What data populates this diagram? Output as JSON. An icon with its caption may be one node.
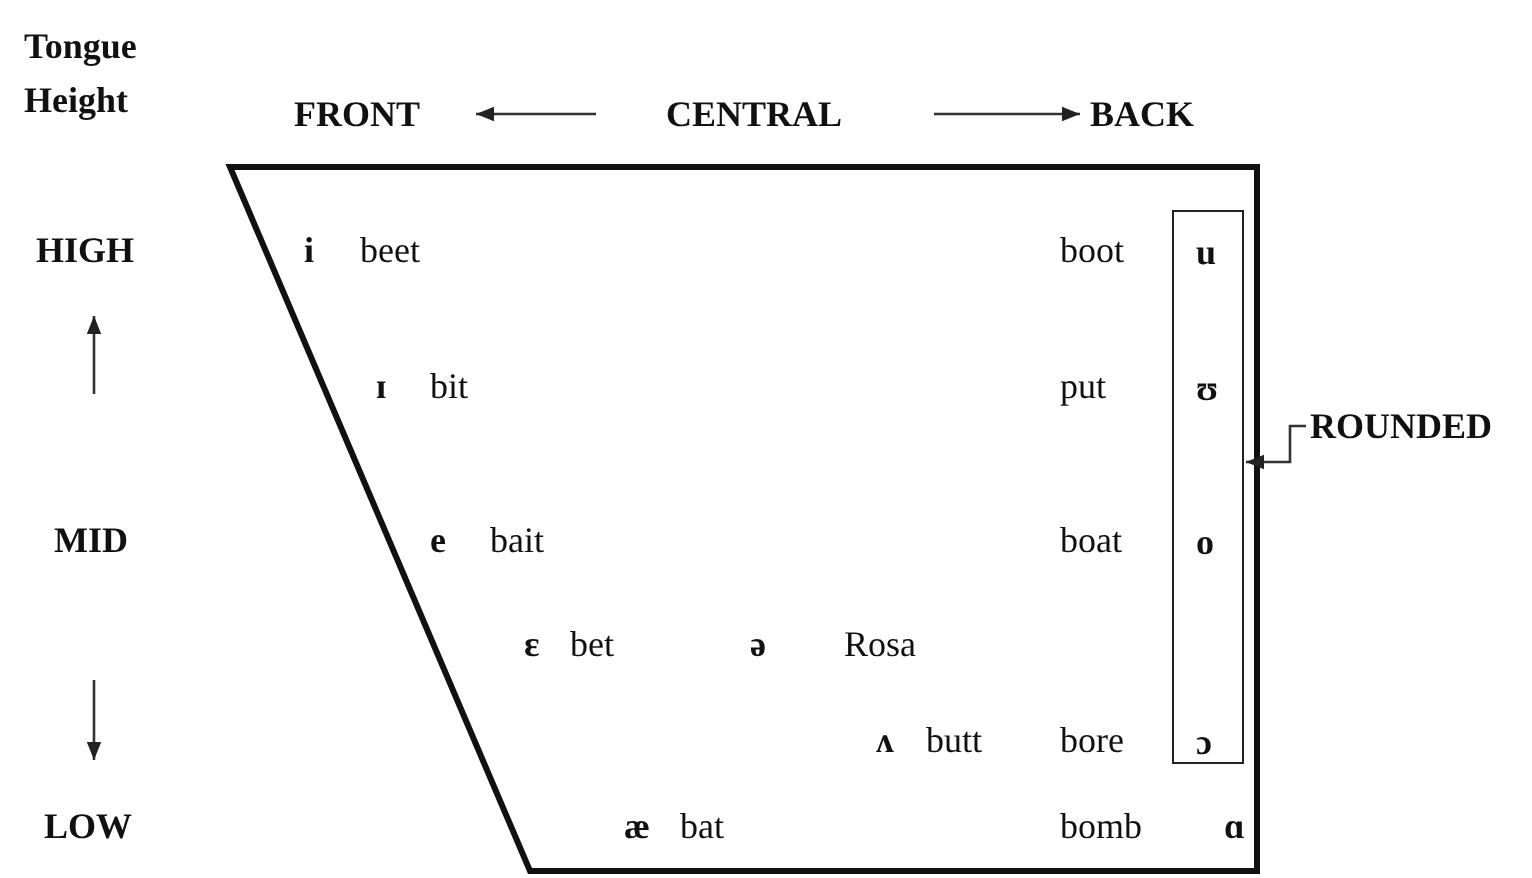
{
  "diagram": {
    "nodes": [
      {
        "text": [
          "i",
          "beet",
          "boot",
          "ɪ",
          "bit",
          "put",
          "e",
          "bait",
          "boat",
          "ɛ",
          "bet",
          "ə",
          "Rosa",
          "ʌ",
          "butt",
          "bore",
          "æ",
          "bat",
          "bomb",
          "ɑ"
        ]
      },
      {
        "text": [
          "u",
          "ʊ",
          "o",
          "ɔ"
        ],
        "in": 0
      },
      {
        "text": [
          "ROUNDED"
        ]
      }
    ],
    "edges": [
      {
        "from": 2,
        "to": 1,
        "arrow": "to"
      }
    ],
    "labels": [
      "Tongue Height",
      "FRONT",
      "CENTRAL",
      "BACK",
      "HIGH",
      "MID",
      "LOW"
    ]
  }
}
